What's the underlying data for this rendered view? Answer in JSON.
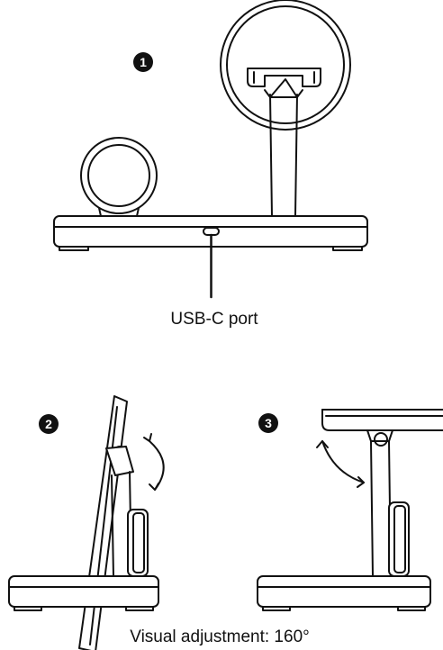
{
  "diagram": {
    "steps": [
      {
        "badge": "1"
      },
      {
        "badge": "2"
      },
      {
        "badge": "3"
      }
    ],
    "labels": {
      "usb_port": "USB-C port",
      "caption": "Visual adjustment: 160°"
    },
    "colors": {
      "line": "#111111",
      "badge_fill": "#111111",
      "background": "#ffffff"
    }
  }
}
